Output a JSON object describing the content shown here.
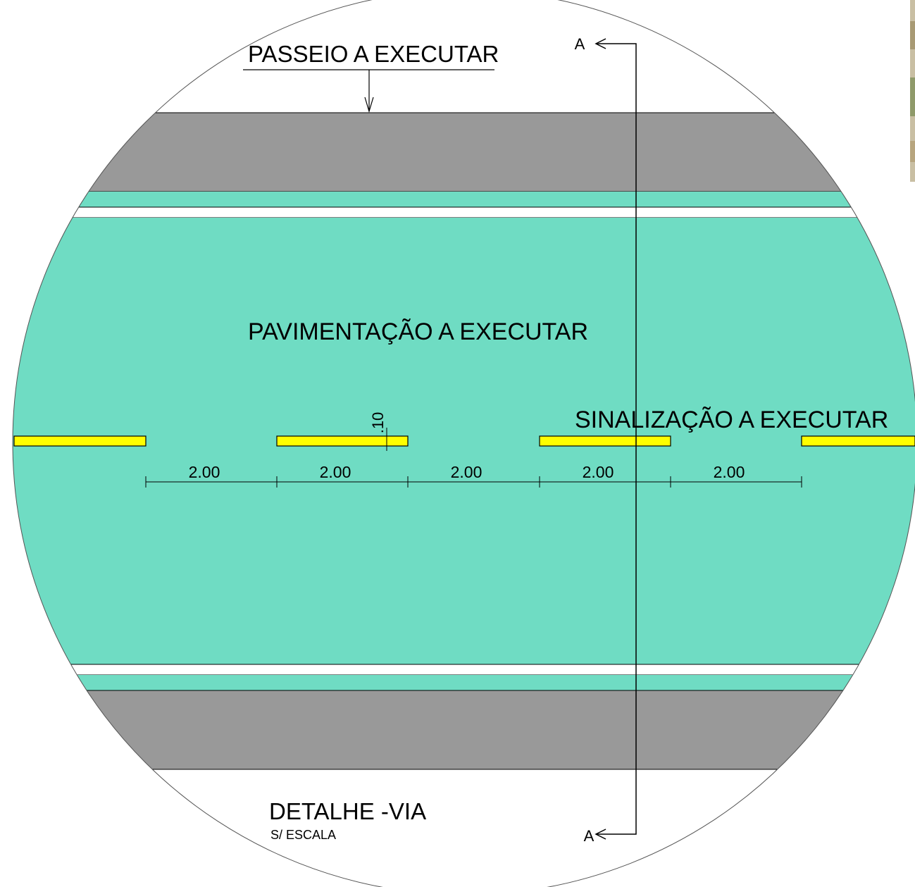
{
  "labels": {
    "sidewalk": "PASSEIO A EXECUTAR",
    "paving": "PAVIMENTAÇÃO A EXECUTAR",
    "signage": "SINALIZAÇÃO A EXECUTAR",
    "detail_title": "DETALHE -VIA",
    "detail_scale": "S/ ESCALA",
    "section_top": "A",
    "section_bottom": "A",
    "stripe_width": ".10"
  },
  "dimensions": [
    "2.00",
    "2.00",
    "2.00",
    "2.00",
    "2.00"
  ],
  "colors": {
    "sidewalk": "#999999",
    "pavement": "#6fdcc3",
    "stripe": "#ffff00",
    "lines": "#000000"
  }
}
